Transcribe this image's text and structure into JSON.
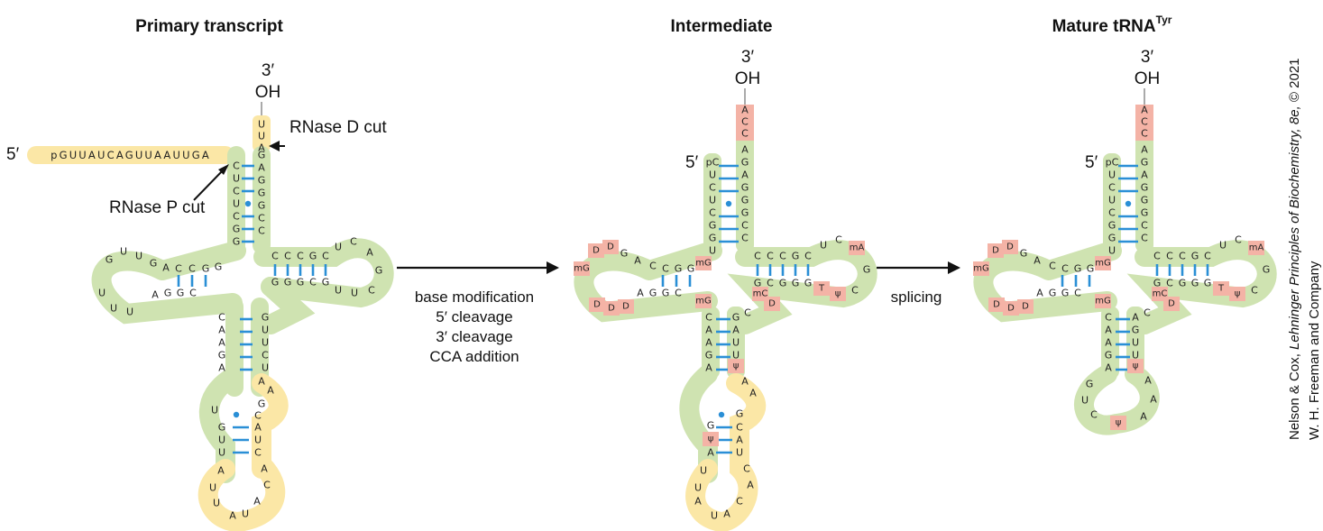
{
  "colors": {
    "green": "#cfe3b1",
    "yellow": "#fbe7a6",
    "pink": "#f4b3a6",
    "pair": "#2a8fd6",
    "arrow": "#111111"
  },
  "panels": [
    {
      "title": "Primary transcript",
      "three_prime_label": "3′",
      "oh_label": "OH",
      "five_prime_label": "5′",
      "leader": "pGUUAUCAGUUAAUUGA",
      "three_prime_trailer": [
        "U",
        "U",
        "A"
      ],
      "acceptor_5prime": [
        "C",
        "U",
        "C",
        "U",
        "C",
        "G",
        "G"
      ],
      "acceptor_3prime": [
        "G",
        "A",
        "G",
        "G",
        "G",
        "C",
        "C"
      ],
      "d_loop": [
        "G",
        "U",
        "U",
        "G",
        "A",
        "C",
        "C",
        "G",
        "G",
        "U",
        "U",
        "U",
        "A",
        "G",
        "G",
        "C"
      ],
      "t_loop": [
        "C",
        "C",
        "C",
        "G",
        "C",
        "U",
        "C",
        "A",
        "G",
        "C",
        "U",
        "U",
        "G",
        "C",
        "G",
        "G",
        "G"
      ],
      "anticodon_stem": [
        "C",
        "A",
        "A",
        "G",
        "A",
        "G",
        "U",
        "U",
        "C",
        "U"
      ],
      "intron_loop": [
        "A",
        "A",
        "G",
        "C",
        "A",
        "U",
        "C",
        "A",
        "C",
        "A",
        "U",
        "A",
        "U",
        "U",
        "A",
        "U",
        "U",
        "G",
        "U"
      ],
      "annotations": {
        "rnase_d": "RNase D cut",
        "rnase_p": "RNase P cut"
      }
    },
    {
      "title": "Intermediate",
      "three_prime_label": "3′",
      "oh_label": "OH",
      "five_prime_label": "5′",
      "cca": [
        "A",
        "C",
        "C"
      ],
      "five_prime_end": "pC",
      "acceptor_5prime": [
        "U",
        "C",
        "U",
        "C",
        "G",
        "G",
        "U"
      ],
      "acceptor_3prime": [
        "A",
        "G",
        "A",
        "G",
        "G",
        "G",
        "C",
        "C"
      ],
      "mods": [
        "mG",
        "D",
        "D",
        "mG",
        "D",
        "D",
        "D",
        "mG",
        "mA",
        "T",
        "ψ",
        "mC",
        "D",
        "mG",
        "ψ",
        "ψ"
      ],
      "d_loop": [
        "G",
        "A",
        "C",
        "C",
        "G",
        "G",
        "A",
        "G",
        "G",
        "C"
      ],
      "t_loop": [
        "C",
        "C",
        "C",
        "G",
        "C",
        "U",
        "C",
        "G",
        "C",
        "G",
        "G",
        "G",
        "C",
        "G"
      ],
      "anticodon_stem": [
        "C",
        "A",
        "A",
        "G",
        "A",
        "G",
        "A",
        "U",
        "U",
        "C"
      ],
      "intron_loop": [
        "A",
        "A",
        "G",
        "C",
        "A",
        "U",
        "C",
        "A",
        "C",
        "A",
        "U",
        "A",
        "U",
        "U",
        "G",
        "A"
      ]
    },
    {
      "title": "Mature tRNA",
      "title_superscript": "Tyr",
      "three_prime_label": "3′",
      "oh_label": "OH",
      "five_prime_label": "5′",
      "cca": [
        "A",
        "C",
        "C"
      ],
      "five_prime_end": "pC",
      "acceptor_5prime": [
        "U",
        "C",
        "U",
        "C",
        "G",
        "G",
        "U"
      ],
      "acceptor_3prime": [
        "A",
        "G",
        "A",
        "G",
        "G",
        "G",
        "C",
        "C"
      ],
      "mods": [
        "mG",
        "D",
        "D",
        "mG",
        "D",
        "D",
        "D",
        "mG",
        "mA",
        "T",
        "ψ",
        "mC",
        "D",
        "mG",
        "ψ",
        "ψ"
      ],
      "d_loop": [
        "G",
        "A",
        "C",
        "C",
        "G",
        "G",
        "A",
        "G",
        "G",
        "C"
      ],
      "t_loop": [
        "C",
        "C",
        "C",
        "G",
        "C",
        "U",
        "C",
        "G",
        "C",
        "G",
        "G",
        "G",
        "C",
        "G"
      ],
      "anticodon_stem": [
        "C",
        "A",
        "A",
        "G",
        "A",
        "A",
        "G",
        "U",
        "U",
        "C"
      ],
      "anticodon_loop": [
        "A",
        "A",
        "A",
        "G",
        "U",
        "C"
      ]
    }
  ],
  "step1": {
    "lines": [
      "base modification",
      "5′ cleavage",
      "3′ cleavage",
      "CCA addition"
    ]
  },
  "step2": {
    "label": "splicing"
  },
  "credit": {
    "line1_prefix": "Nelson & Cox, ",
    "line1_italic": "Lehninger Principles of Biochemistry, 8e,",
    "line1_suffix": " © 2021",
    "line2": "W. H. Freeman and Company"
  }
}
